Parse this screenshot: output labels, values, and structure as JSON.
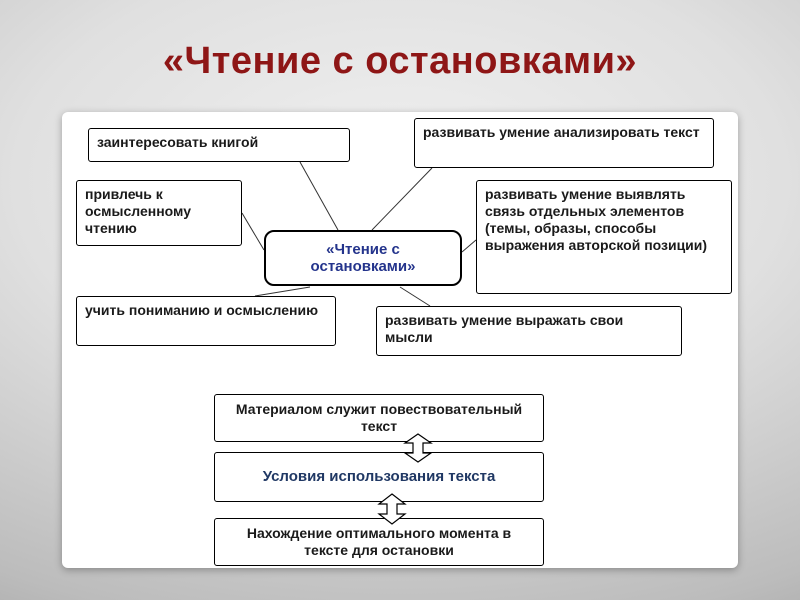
{
  "slide": {
    "title": "«Чтение с остановками»"
  },
  "map": {
    "center": "«Чтение с остановками»",
    "nodes": [
      {
        "label": "заинтересовать книгой"
      },
      {
        "label": "развивать умение анализировать текст"
      },
      {
        "label": "привлечь к осмысленному чтению"
      },
      {
        "label": "развивать умение выявлять связь отдельных элементов (темы, образы, способы выражения авторской позиции)"
      },
      {
        "label": "учить пониманию и осмыслению"
      },
      {
        "label": "развивать умение выражать свои мысли"
      }
    ]
  },
  "conditions": {
    "material": "Материалом служит повествовательный текст",
    "title": "Условия использования текста",
    "moment": "Нахождение оптимального момента в тексте для остановки"
  },
  "colors": {
    "title": "#8e1616",
    "center_text": "#24348c",
    "conditions_title": "#203864"
  }
}
